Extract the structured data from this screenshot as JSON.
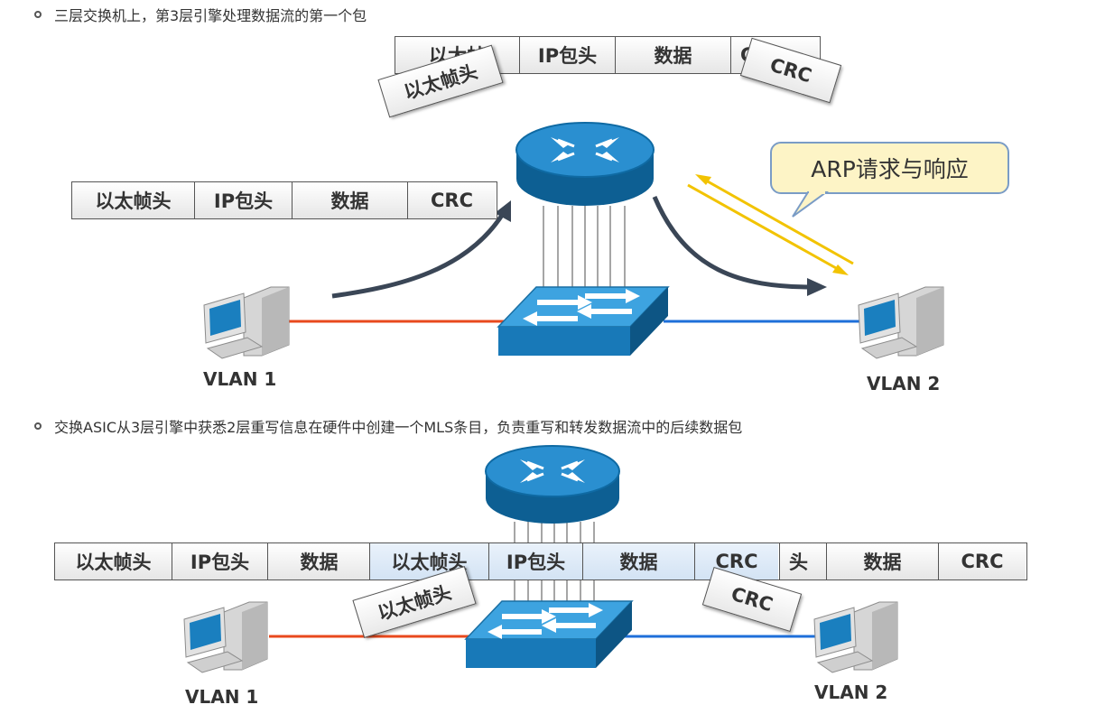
{
  "bullets": {
    "first": "三层交换机上，第3层引擎处理数据流的第一个包",
    "second": "交换ASIC从3层引擎中获悉2层重写信息在硬件中创建一个MLS条目，负责重写和转发数据流中的后续数据包"
  },
  "frame_fields": {
    "eth": "以太帧头",
    "ip": "IP包头",
    "data": "数据",
    "crc": "CRC"
  },
  "top": {
    "top_frame_partial": {
      "eth": "以太帧",
      "crc": "C"
    },
    "tag_eth": "以太帧头",
    "tag_crc": "CRC",
    "callout": "ARP请求与响应",
    "vlan1": "VLAN 1",
    "vlan2": "VLAN 2"
  },
  "bottom": {
    "right_frame_partial_eth": "头",
    "tag_eth": "以太帧头",
    "tag_crc": "CRC",
    "vlan1": "VLAN 1",
    "vlan2": "VLAN 2"
  },
  "colors": {
    "vlan1_link": "#e8491d",
    "vlan2_link": "#1e6fd9",
    "arp_arrow": "#f2c300",
    "device_blue": "#1a7fbf",
    "flow_arrow": "#3a4656"
  }
}
